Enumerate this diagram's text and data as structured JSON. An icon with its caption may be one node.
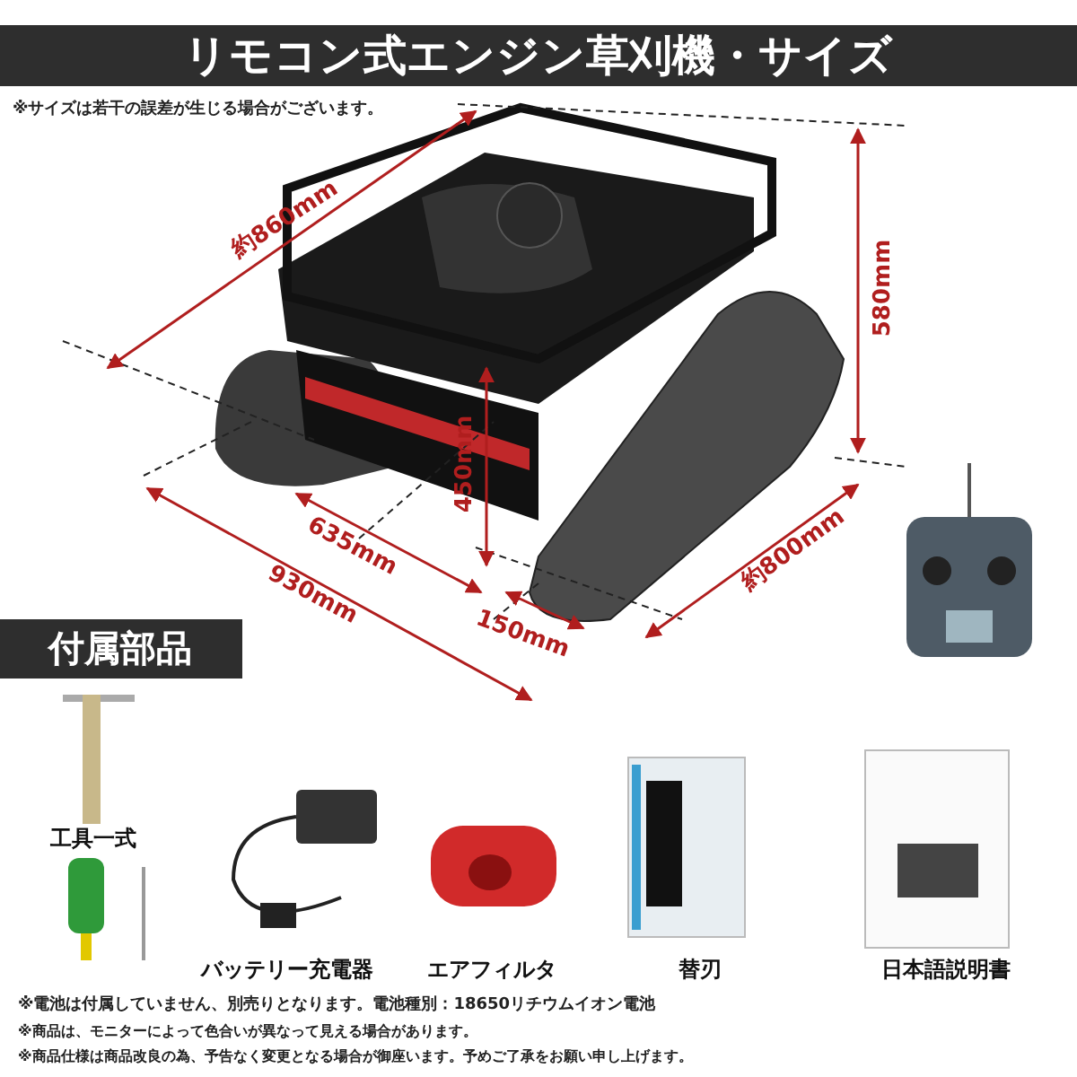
{
  "diagram": {
    "title": "リモコン式エンジン草刈機・サイズ",
    "labels": [
      "※サイズは若干の誤差が生じる場合がございます。",
      "約860mm",
      "580mm",
      "450mm",
      "635mm",
      "930mm",
      "150mm",
      "約800mm",
      "付属部品",
      "工具一式",
      "バッテリー充電器",
      "エアフィルタ",
      "替刃",
      "日本語説明書",
      "※電池は付属していません、別売りとなります。電池種別：18650リチウムイオン電池",
      "※商品は、モニターによって色合いが異なって見える場合があります。",
      "※商品仕様は商品改良の為、予告なく変更となる場合が御座います。予めご了承をお願い申し上げます。"
    ]
  }
}
